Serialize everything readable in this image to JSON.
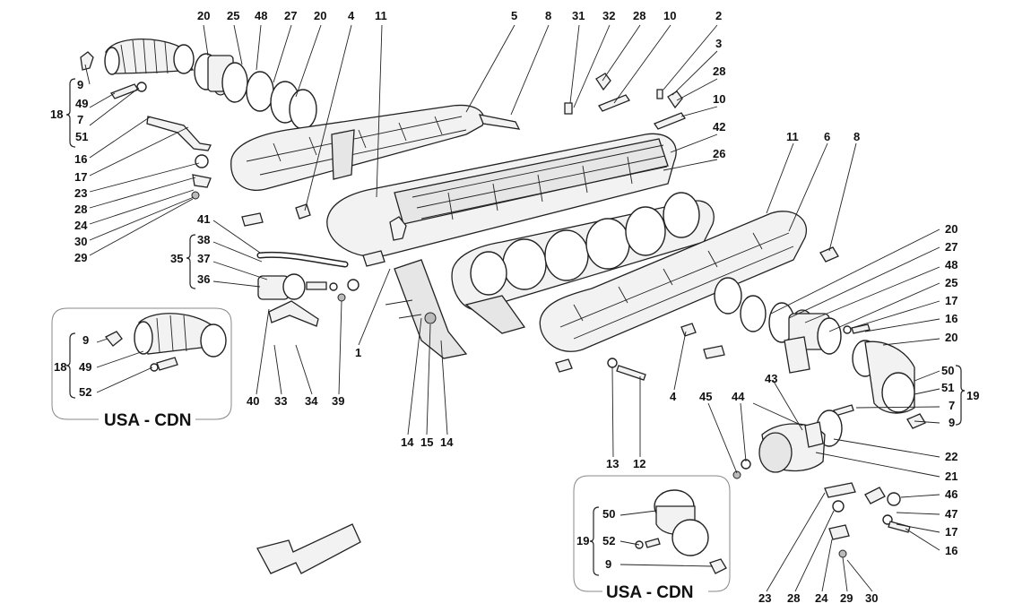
{
  "diagram": {
    "labels": [
      {
        "id": "l20a",
        "text": "20"
      },
      {
        "id": "l25a",
        "text": "25"
      },
      {
        "id": "l48a",
        "text": "48"
      },
      {
        "id": "l27a",
        "text": "27"
      },
      {
        "id": "l20b",
        "text": "20"
      },
      {
        "id": "l4a",
        "text": "4"
      },
      {
        "id": "l11a",
        "text": "11"
      },
      {
        "id": "l5",
        "text": "5"
      },
      {
        "id": "l8a",
        "text": "8"
      },
      {
        "id": "l31",
        "text": "31"
      },
      {
        "id": "l32",
        "text": "32"
      },
      {
        "id": "l28a",
        "text": "28"
      },
      {
        "id": "l10a",
        "text": "10"
      },
      {
        "id": "l2",
        "text": "2"
      },
      {
        "id": "l3",
        "text": "3"
      },
      {
        "id": "l28b",
        "text": "28"
      },
      {
        "id": "l10b",
        "text": "10"
      },
      {
        "id": "l42",
        "text": "42"
      },
      {
        "id": "l26",
        "text": "26"
      },
      {
        "id": "l11b",
        "text": "11"
      },
      {
        "id": "l6",
        "text": "6"
      },
      {
        "id": "l8b",
        "text": "8"
      },
      {
        "id": "l9a",
        "text": "9"
      },
      {
        "id": "l49a",
        "text": "49"
      },
      {
        "id": "l18a",
        "text": "18"
      },
      {
        "id": "l7a",
        "text": "7"
      },
      {
        "id": "l51a",
        "text": "51"
      },
      {
        "id": "l16a",
        "text": "16"
      },
      {
        "id": "l17a",
        "text": "17"
      },
      {
        "id": "l23a",
        "text": "23"
      },
      {
        "id": "l28c",
        "text": "28"
      },
      {
        "id": "l24a",
        "text": "24"
      },
      {
        "id": "l30a",
        "text": "30"
      },
      {
        "id": "l29a",
        "text": "29"
      },
      {
        "id": "l41",
        "text": "41"
      },
      {
        "id": "l38",
        "text": "38"
      },
      {
        "id": "l35",
        "text": "35"
      },
      {
        "id": "l37",
        "text": "37"
      },
      {
        "id": "l36",
        "text": "36"
      },
      {
        "id": "l1",
        "text": "1"
      },
      {
        "id": "l9b",
        "text": "9"
      },
      {
        "id": "l18b",
        "text": "18"
      },
      {
        "id": "l49b",
        "text": "49"
      },
      {
        "id": "l52a",
        "text": "52"
      },
      {
        "id": "l40",
        "text": "40"
      },
      {
        "id": "l33",
        "text": "33"
      },
      {
        "id": "l34",
        "text": "34"
      },
      {
        "id": "l39",
        "text": "39"
      },
      {
        "id": "l14a",
        "text": "14"
      },
      {
        "id": "l15",
        "text": "15"
      },
      {
        "id": "l14b",
        "text": "14"
      },
      {
        "id": "l4b",
        "text": "4"
      },
      {
        "id": "l13",
        "text": "13"
      },
      {
        "id": "l12",
        "text": "12"
      },
      {
        "id": "l20c",
        "text": "20"
      },
      {
        "id": "l27b",
        "text": "27"
      },
      {
        "id": "l48b",
        "text": "48"
      },
      {
        "id": "l25b",
        "text": "25"
      },
      {
        "id": "l17b",
        "text": "17"
      },
      {
        "id": "l16b",
        "text": "16"
      },
      {
        "id": "l20d",
        "text": "20"
      },
      {
        "id": "l50a",
        "text": "50"
      },
      {
        "id": "l51b",
        "text": "51"
      },
      {
        "id": "l19a",
        "text": "19"
      },
      {
        "id": "l7b",
        "text": "7"
      },
      {
        "id": "l9c",
        "text": "9"
      },
      {
        "id": "l43",
        "text": "43"
      },
      {
        "id": "l45",
        "text": "45"
      },
      {
        "id": "l44",
        "text": "44"
      },
      {
        "id": "l22",
        "text": "22"
      },
      {
        "id": "l21",
        "text": "21"
      },
      {
        "id": "l46",
        "text": "46"
      },
      {
        "id": "l47",
        "text": "47"
      },
      {
        "id": "l17c",
        "text": "17"
      },
      {
        "id": "l16c",
        "text": "16"
      },
      {
        "id": "l50b",
        "text": "50"
      },
      {
        "id": "l19b",
        "text": "19"
      },
      {
        "id": "l52b",
        "text": "52"
      },
      {
        "id": "l9d",
        "text": "9"
      },
      {
        "id": "l23b",
        "text": "23"
      },
      {
        "id": "l28d",
        "text": "28"
      },
      {
        "id": "l24b",
        "text": "24"
      },
      {
        "id": "l29b",
        "text": "29"
      },
      {
        "id": "l30b",
        "text": "30"
      }
    ],
    "inset_titles": [
      "USA - CDN",
      "USA - CDN"
    ]
  }
}
